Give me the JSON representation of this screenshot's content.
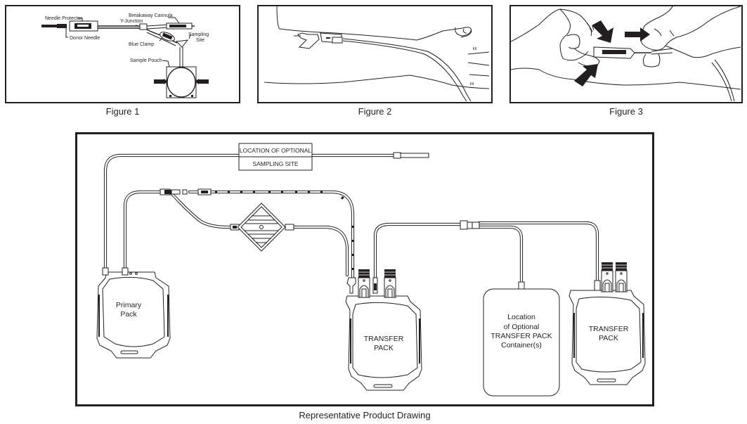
{
  "figures": [
    {
      "caption": "Figure 1",
      "labels": {
        "needle_protector": "Needle Protector",
        "donor_needle": "Donor Needle",
        "breakaway_cannula": "Breakaway Cannula",
        "y_junction": "Y-Junction",
        "blue_clamp": "Blue Clamp",
        "sampling_site_line1": "Sampling",
        "sampling_site_line2": "Site",
        "sample_pouch": "Sample Pouch"
      }
    },
    {
      "caption": "Figure 2"
    },
    {
      "caption": "Figure 3"
    }
  ],
  "product_drawing": {
    "caption": "Representative Product Drawing",
    "sampling_site_box": {
      "line1": "LOCATION OF OPTIONAL",
      "line2": "SAMPLING SITE"
    },
    "primary_pack": {
      "line1": "Primary",
      "line2": "Pack"
    },
    "transfer_pack_1": {
      "line1": "TRANSFER",
      "line2": "PACK"
    },
    "optional_container": {
      "line1": "Location",
      "line2": "of Optional",
      "line3": "TRANSFER PACK",
      "line4": "Container(s)"
    },
    "transfer_pack_2": {
      "line1": "TRANSFER",
      "line2": "PACK"
    }
  },
  "colors": {
    "ink": "#231f20",
    "background": "#ffffff"
  }
}
